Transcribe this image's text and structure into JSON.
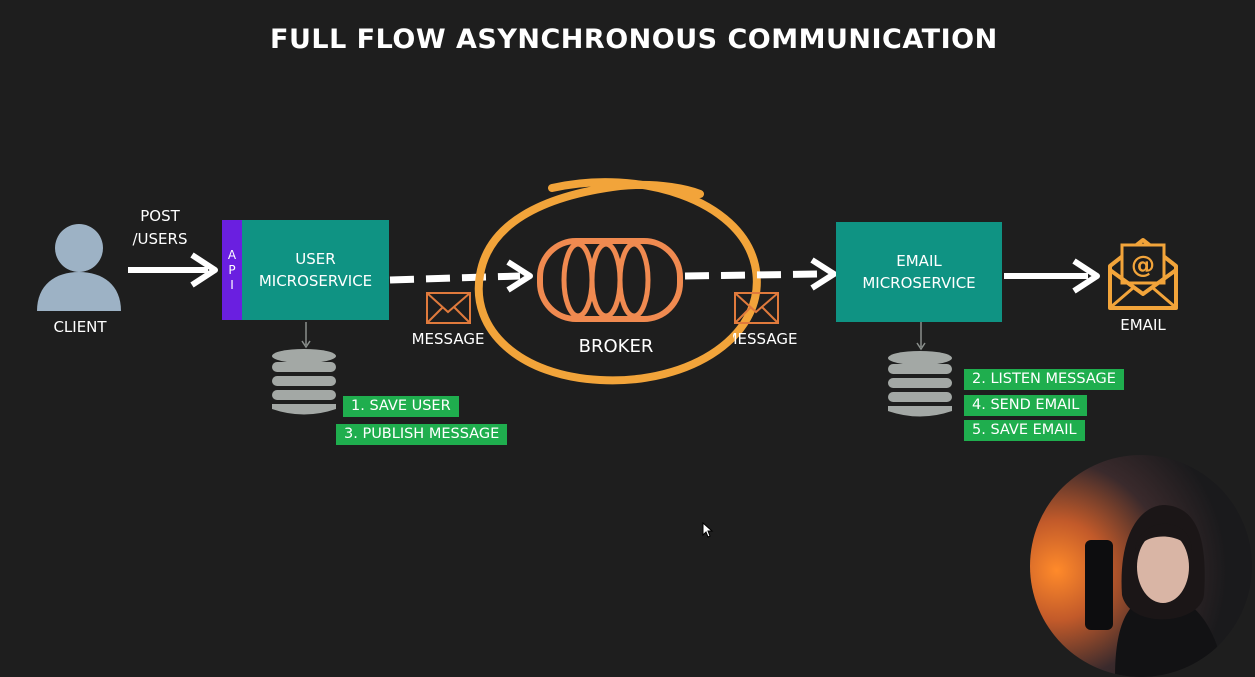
{
  "title": "FULL FLOW ASYNCHRONOUS COMMUNICATION",
  "client": {
    "label": "CLIENT"
  },
  "request": {
    "label_line1": "POST",
    "label_line2": "/USERS"
  },
  "api": {
    "letters": [
      "A",
      "P",
      "I"
    ]
  },
  "user_service": {
    "line1": "USER",
    "line2": "MICROSERVICE"
  },
  "user_steps": [
    "1. SAVE USER",
    "3. PUBLISH MESSAGE"
  ],
  "message_left": {
    "label": "MESSAGE"
  },
  "broker": {
    "label": "BROKER"
  },
  "message_right": {
    "label": "MESSAGE"
  },
  "email_service": {
    "line1": "EMAIL",
    "line2": "MICROSERVICE"
  },
  "email_steps": [
    "2. LISTEN MESSAGE",
    "4. SEND EMAIL",
    "5. SAVE EMAIL"
  ],
  "email": {
    "label": "EMAIL"
  },
  "colors": {
    "background": "#1e1e1e",
    "service": "#0f9383",
    "api": "#6a1fe0",
    "badge": "#1fae4e",
    "broker": "#f08a50",
    "highlight": "#f2a43a",
    "envelope": "#e07a3c",
    "database": "#a3a8a5",
    "client": "#9db2c5"
  }
}
